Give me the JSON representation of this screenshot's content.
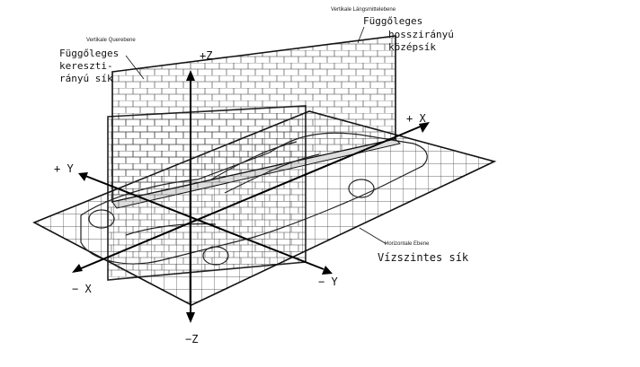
{
  "labels": {
    "vertical_transverse_small": "Vertikale Querebene",
    "vertical_transverse_line1": "Függőleges",
    "vertical_transverse_line2": "kereszti-",
    "vertical_transverse_line3": "rányú sík",
    "vertical_longitudinal_small": "Vertikale Längsmittelebene",
    "vertical_longitudinal_line1": "Függőleges",
    "vertical_longitudinal_line2": "hosszirányú",
    "vertical_longitudinal_line3": "középsík",
    "horizontal_small": "Horizontale Ebene",
    "horizontal_line1": "Vízszintes sík"
  },
  "axes": {
    "plus_z": "+Z",
    "minus_z": "−Z",
    "plus_y": "+ Y",
    "minus_y": "− Y",
    "plus_x": "+ X",
    "minus_x": "− X"
  }
}
